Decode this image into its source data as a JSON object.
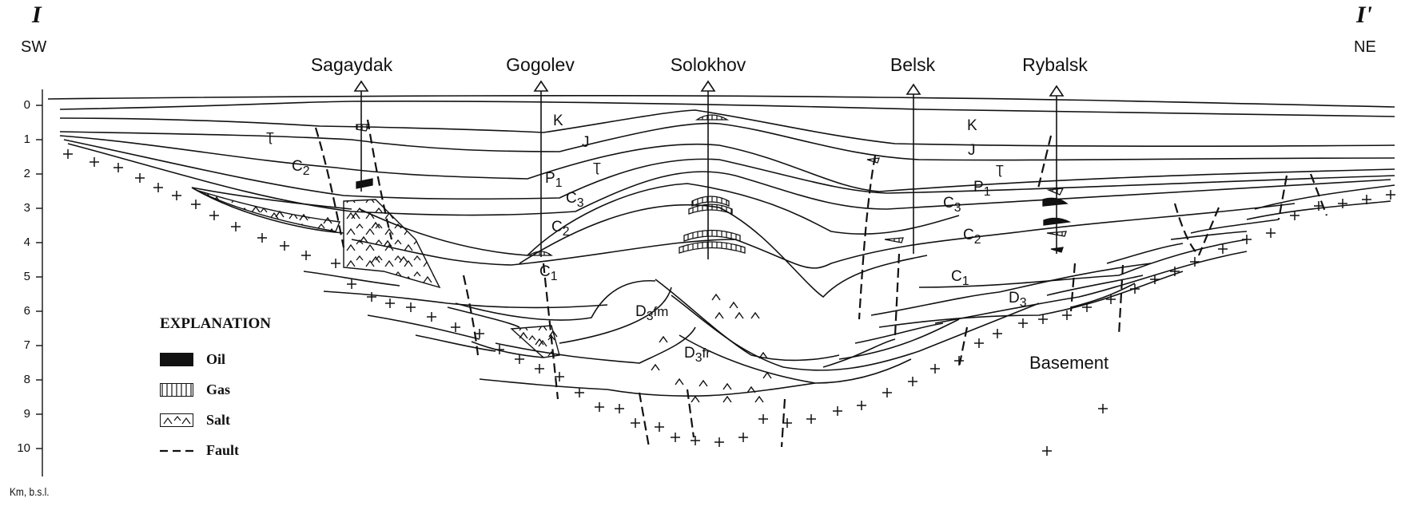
{
  "header": {
    "left_corner": "I",
    "right_corner": "I'",
    "left_direction": "SW",
    "right_direction": "NE"
  },
  "wells": [
    {
      "name": "Sagaydak"
    },
    {
      "name": "Gogolev"
    },
    {
      "name": "Solokhov"
    },
    {
      "name": "Belsk"
    },
    {
      "name": "Rybalsk"
    }
  ],
  "depth_axis": {
    "ticks": [
      "0",
      "1",
      "2",
      "3",
      "4",
      "5",
      "6",
      "7",
      "8",
      "9",
      "10"
    ],
    "unit_label": "Km, b.s.l."
  },
  "units": {
    "K_w": "K",
    "J_w": "J",
    "T_w": "Ʈ",
    "T_w2": "Ʈ",
    "P1_w": "P",
    "C3_w": "C",
    "C2_w": "C",
    "C2_far": "C",
    "C1_w": "C",
    "D3fm": "D",
    "D3fr": "D",
    "K_e": "K",
    "J_e": "J",
    "T_e": "Ʈ",
    "P1_e": "P",
    "C3_e": "C",
    "C2_e": "C",
    "C1_e": "C",
    "D3_e": "D",
    "basement": "Basement"
  },
  "subscripts": {
    "P1": "1",
    "C3": "3",
    "C2": "2",
    "C1": "1",
    "D3": "3",
    "fm": "fm",
    "fr": "fr"
  },
  "legend": {
    "title": "EXPLANATION",
    "items": [
      {
        "label": "Oil",
        "icon": "oil-swatch"
      },
      {
        "label": "Gas",
        "icon": "gas-swatch"
      },
      {
        "label": "Salt",
        "icon": "salt-swatch"
      },
      {
        "label": "Fault",
        "icon": "fault-line"
      }
    ]
  }
}
